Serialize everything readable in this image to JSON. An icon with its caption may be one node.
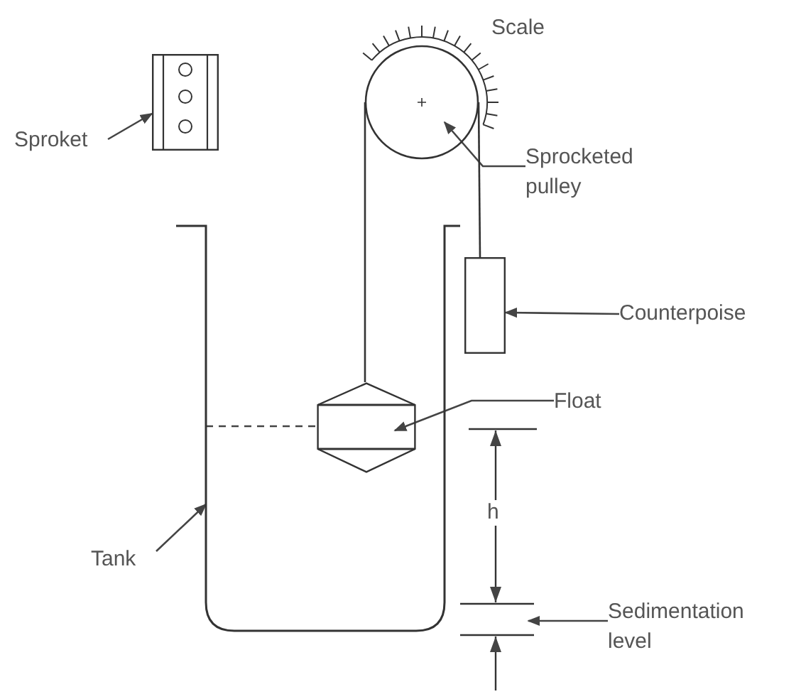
{
  "diagram": {
    "nodes": [
      {
        "text": [
          "Sproket"
        ]
      },
      {
        "text": [],
        "shape": "box"
      },
      {
        "text": [],
        "shape": "circle"
      },
      {
        "text": [
          "Sprocketed pulley"
        ]
      },
      {
        "text": [],
        "shape": "box"
      },
      {
        "text": [
          "Counterpoise"
        ]
      },
      {
        "text": [],
        "shape": "box",
        "in": 8
      },
      {
        "text": [
          "Float"
        ]
      },
      {
        "text": [],
        "shape": "box"
      },
      {
        "text": [
          "Tank"
        ]
      },
      {
        "text": [
          "Sedimentation level"
        ]
      }
    ],
    "edges": [
      {
        "from": 0,
        "to": 1,
        "arrow": "to"
      },
      {
        "from": 3,
        "to": 2,
        "arrow": "to"
      },
      {
        "from": 5,
        "to": 4,
        "arrow": "to"
      },
      {
        "from": 7,
        "to": 6,
        "arrow": "to"
      },
      {
        "from": 9,
        "to": 8,
        "arrow": "to"
      },
      {
        "from": 10,
        "to": null,
        "arrow": "to"
      },
      {
        "from": 2,
        "to": 6,
        "arrow": "none"
      },
      {
        "from": 2,
        "to": 4,
        "arrow": "none"
      },
      {
        "from": 8,
        "to": 6,
        "arrow": "none",
        "style": "dashed"
      }
    ],
    "labels": [
      "Scale",
      "h"
    ]
  }
}
